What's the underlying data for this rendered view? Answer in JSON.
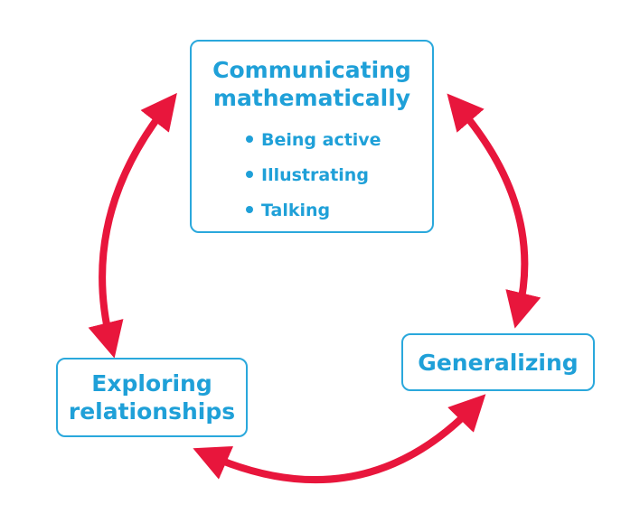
{
  "nodes": {
    "communicating": {
      "title_line1": "Communicating",
      "title_line2": "mathematically",
      "bullets": [
        "Being active",
        "Illustrating",
        "Talking"
      ]
    },
    "generalizing": {
      "title": "Generalizing"
    },
    "exploring": {
      "title_line1": "Exploring",
      "title_line2": "relationships"
    }
  },
  "colors": {
    "box_border": "#2aa8dc",
    "text": "#1fa0d8",
    "arrow": "#e8163c"
  },
  "icons": [
    "double-headed-arrow",
    "double-headed-arrow",
    "double-headed-arrow"
  ]
}
